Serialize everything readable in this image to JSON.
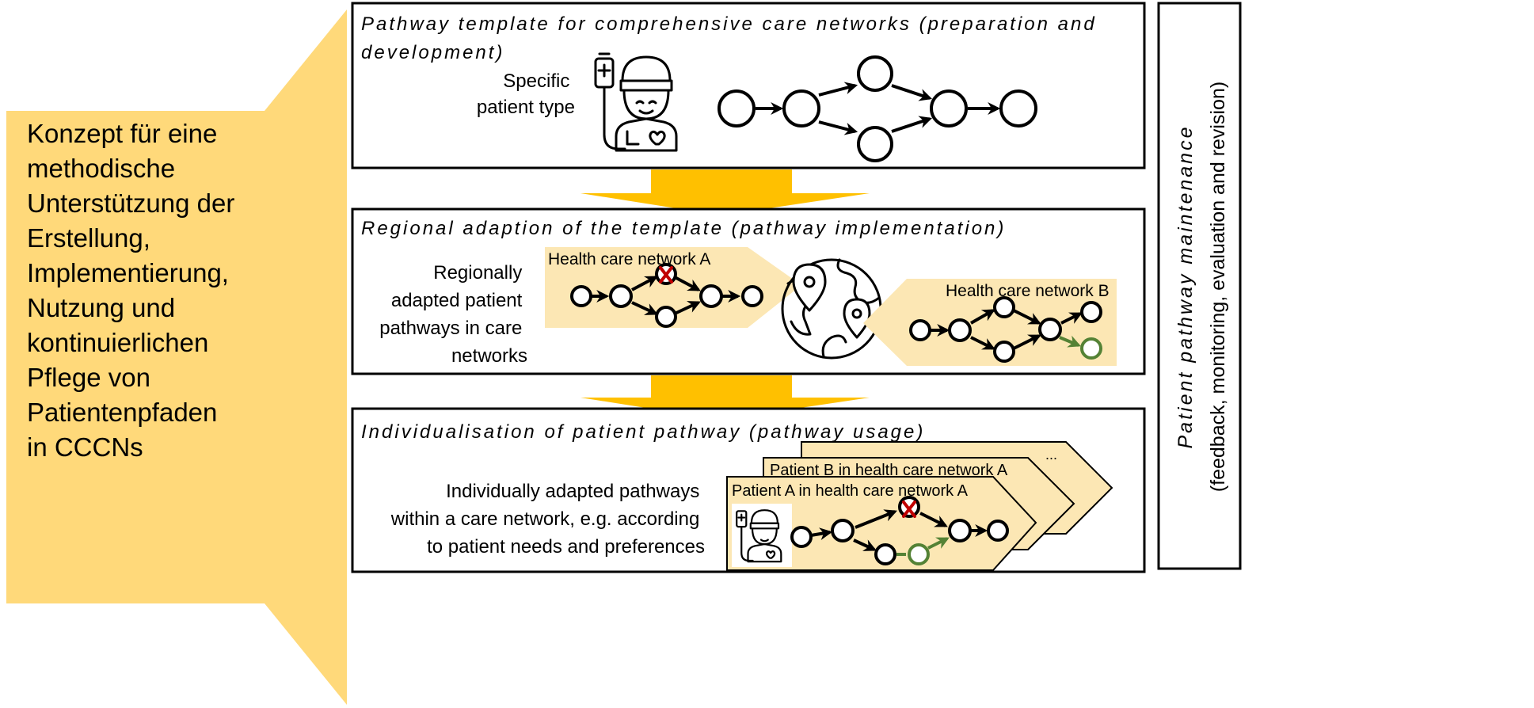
{
  "left_panel": {
    "lines": [
      "Konzept für eine",
      "methodische",
      "Unterstützung der",
      "Erstellung,",
      "Implementierung,",
      "Nutzung und",
      "kontinuierlichen",
      "Pflege von",
      "Patientenpfaden",
      "in CCCNs"
    ]
  },
  "box1": {
    "title_line1": "Pathway template for comprehensive care networks (preparation and",
    "title_line2": "development)",
    "label_line1": "Specific",
    "label_line2": "patient type"
  },
  "box2": {
    "title": "Regional adaption of the template (pathway implementation)",
    "label_lines": [
      "Regionally",
      "adapted patient",
      "pathways in care",
      "networks"
    ],
    "network_a": "Health care network A",
    "network_b": "Health care network B"
  },
  "box3": {
    "title": "Individualisation of patient pathway (pathway usage)",
    "label_lines": [
      "Individually adapted pathways",
      "within a care network, e.g. according",
      "to patient needs and preferences"
    ],
    "card_patient_a": "Patient A in health care network A",
    "card_patient_b": "Patient B in health care network A",
    "card_more": "..."
  },
  "side_box": {
    "title": "Patient pathway maintenance",
    "subtitle": "(feedback, monitoring, evaluation and revision)"
  },
  "colors": {
    "panel": "#FFD97A",
    "light_panel": "#FCE7B4",
    "arrow": "#FFC000",
    "removed_marker": "#C00000",
    "added_path": "#548235"
  },
  "icons": [
    "patient-icon",
    "globe-pin-icon",
    "removed-step-icon"
  ]
}
